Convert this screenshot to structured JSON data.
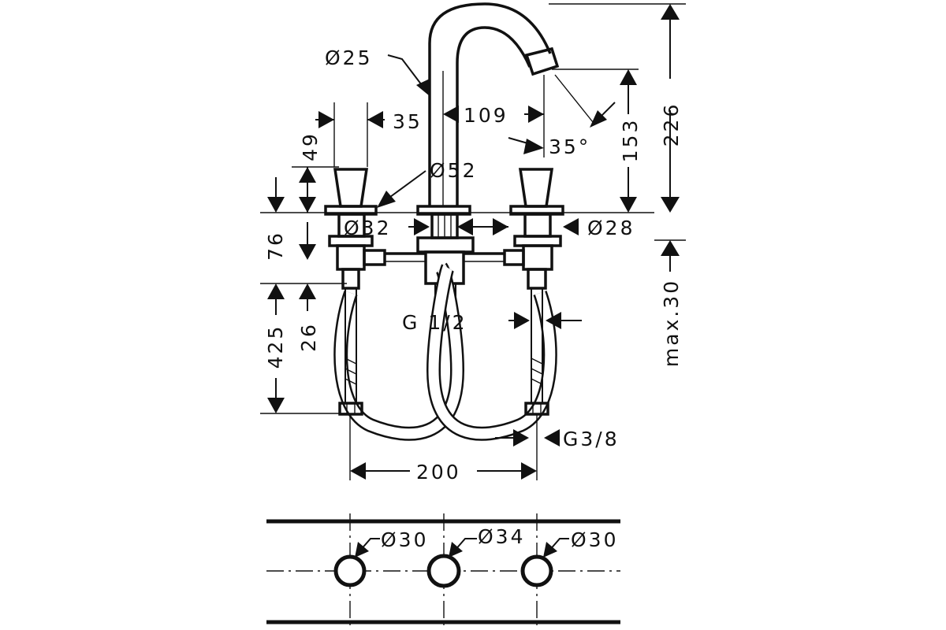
{
  "colors": {
    "line": "#111111",
    "background": "#ffffff"
  },
  "dimensions": {
    "spout_diameter": "Ø25",
    "handle_offset": "35",
    "spout_reach": "109",
    "spout_angle": "35°",
    "height_to_outlet": "153",
    "total_height": "226",
    "handle_height": "49",
    "rosette_diameter": "Ø52",
    "escutcheon_diameter": "Ø32",
    "valve_diameter": "Ø28",
    "shank_height": "76",
    "max_deck_thickness": "max.30",
    "hose_length": "425",
    "nut_height": "26",
    "thread_inlet": "G 1/2",
    "thread_outlet": "G3/8",
    "centre_distance": "200",
    "hole_left": "Ø30",
    "hole_centre": "Ø34",
    "hole_right": "Ø30"
  }
}
